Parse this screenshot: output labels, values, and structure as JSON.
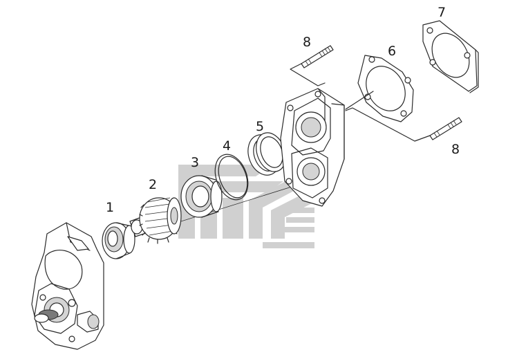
{
  "diagram": {
    "callouts": [
      {
        "id": "1",
        "label": "1"
      },
      {
        "id": "2",
        "label": "2"
      },
      {
        "id": "3",
        "label": "3"
      },
      {
        "id": "4",
        "label": "4"
      },
      {
        "id": "5",
        "label": "5"
      },
      {
        "id": "6",
        "label": "6"
      },
      {
        "id": "7",
        "label": "7"
      },
      {
        "id": "8a",
        "label": "8"
      },
      {
        "id": "8b",
        "label": "8"
      }
    ]
  },
  "colors": {
    "line": "#2a2a2a",
    "watermark": "#c8c8c8",
    "background": "#ffffff"
  }
}
